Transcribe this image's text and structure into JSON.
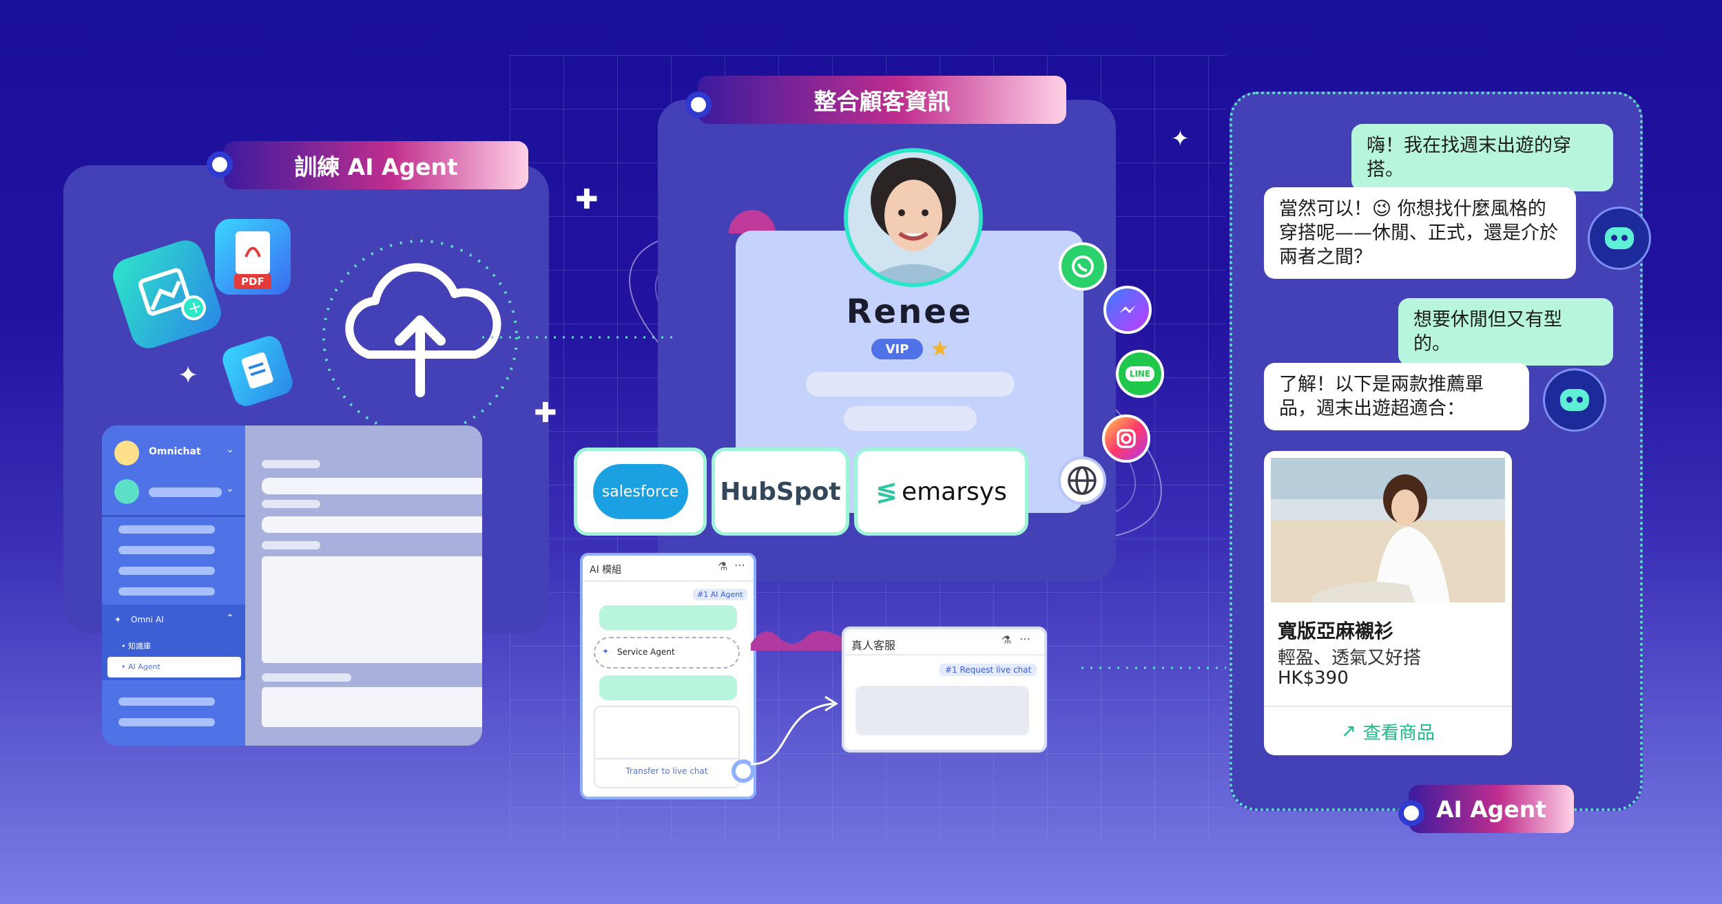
{
  "train": {
    "title": "訓練 AI Agent",
    "pdf_label": "PDF"
  },
  "integrate": {
    "title": "整合顧客資訊"
  },
  "profile": {
    "name": "Renee",
    "badge": "VIP"
  },
  "crm": {
    "salesforce": "salesforce",
    "hubspot": "HubSpot",
    "emarsys": "emarsys"
  },
  "app": {
    "account": "Omnichat",
    "omni_ai": "Omni AI",
    "knowledge": "知識庫",
    "ai_agent": "AI Agent"
  },
  "ai_module": {
    "title": "AI 模組",
    "tag": "#1 AI Agent",
    "service_agent": "Service Agent",
    "transfer": "Transfer to live chat"
  },
  "live": {
    "title": "真人客服",
    "tag": "#1 Request live chat"
  },
  "chat": {
    "m1": "嗨！我在找週末出遊的穿搭。",
    "m2": "當然可以！😉 你想找什麼風格的穿搭呢——休閒、正式，還是介於兩者之間？",
    "m3": "想要休閒但又有型的。",
    "m4": "了解！以下是兩款推薦單品，週末出遊超適合：",
    "product_name": "寬版亞麻襯衫",
    "product_desc": "輕盈、透氣又好搭",
    "product_price": "HK$390",
    "product_cta": "查看商品",
    "badge": "AI Agent"
  },
  "colors": {
    "accent": "#2f3ad0",
    "mint": "#b7f6dd",
    "panel": "#4441b6"
  }
}
